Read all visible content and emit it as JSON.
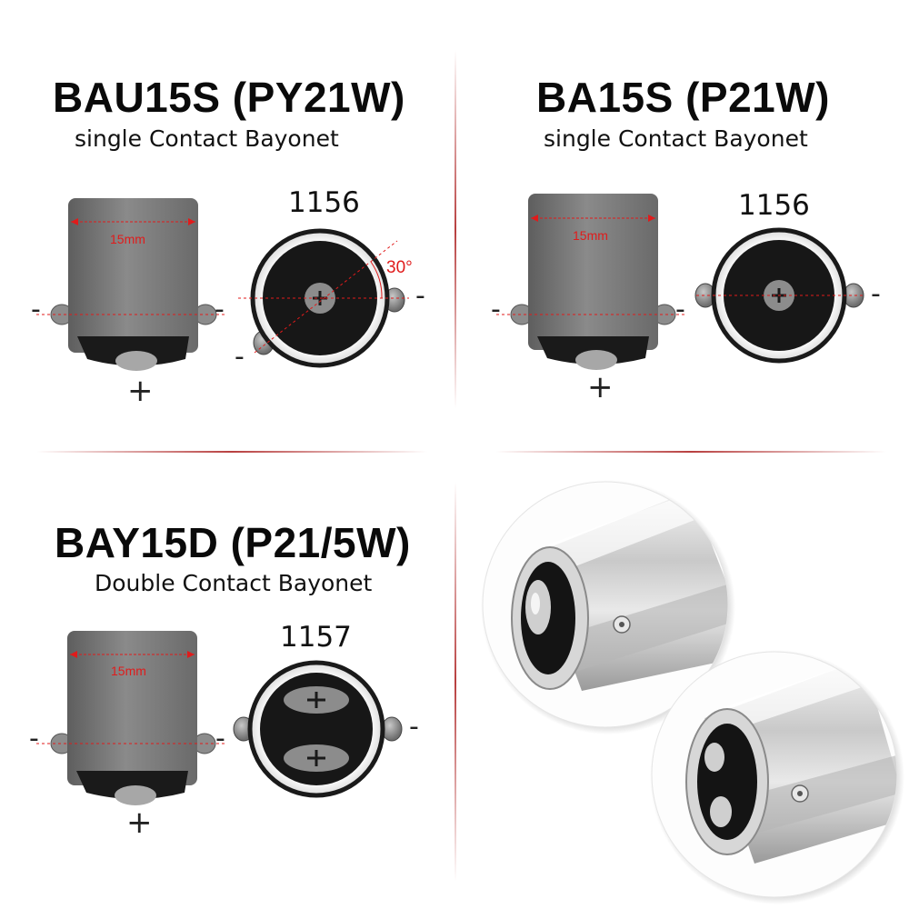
{
  "panels": [
    {
      "title": "BAU15S (PY21W)",
      "subtitle": "single Contact Bayonet",
      "code": "1156",
      "dimension": "15mm",
      "angle": "30°",
      "minus_label": "-",
      "plus_label": "+"
    },
    {
      "title": "BA15S (P21W)",
      "subtitle": "single Contact Bayonet",
      "code": "1156",
      "dimension": "15mm",
      "minus_label": "-",
      "plus_label": "+"
    },
    {
      "title": "BAY15D (P21/5W)",
      "subtitle": "Double Contact Bayonet",
      "code": "1157",
      "dimension": "15mm",
      "minus_label": "-",
      "plus_label": "+"
    }
  ],
  "colors": {
    "base_metal": "#7f7f7f",
    "base_highlight": "#a5a5a5",
    "contact_dark": "#1a1a1a",
    "measure_red": "#e01b1b",
    "divider_red": "#b02a2a"
  },
  "photos": [
    {
      "icon": "single-contact-bulb-base-photo"
    },
    {
      "icon": "double-contact-bulb-base-photo"
    }
  ]
}
